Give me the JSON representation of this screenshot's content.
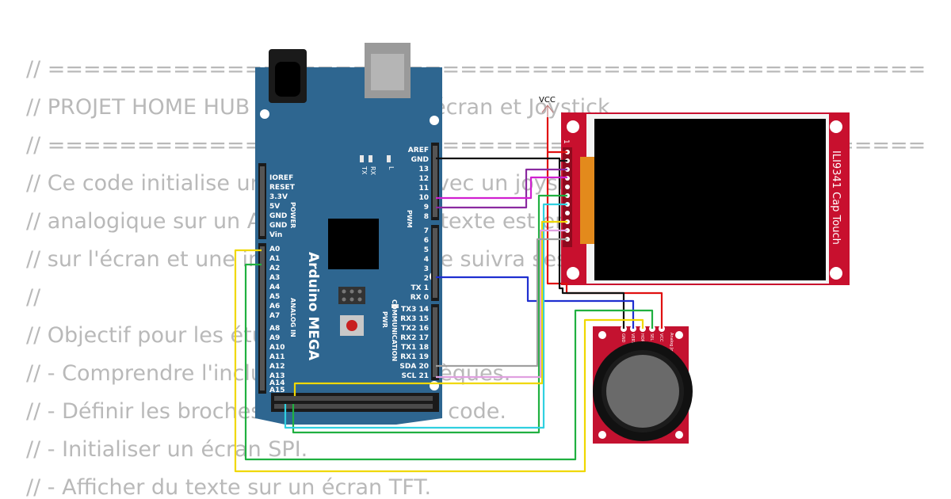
{
  "code_lines": [
    "// ==================================================================================",
    "// PROJET HOME HUB - Arduino Mega, écran et Joystick",
    "// ==================================================================================",
    "// Ce code initialise un écran ILI9341 avec un joystick",
    "// analogique sur un Arduino Mega. Le texte est envenimé",
    "// sur l'écran et une interface graphique suivra ses mouvements",
    "//",
    "// Objectif pour les étudiants :",
    "// - Comprendre l'inclusion des bibliothèques.",
    "// - Définir les broches utilisées dans le code.",
    "// - Initialiser un écran SPI.",
    "// - Afficher du texte sur un écran TFT."
  ],
  "board": {
    "name": "Arduino MEGA",
    "power_header": [
      "IOREF",
      "RESET",
      "3.3V",
      "5V",
      "GND",
      "GND",
      "Vin"
    ],
    "power_label": "POWER",
    "analog_pins": [
      "A0",
      "A1",
      "A2",
      "A3",
      "A4",
      "A5",
      "A6",
      "A7",
      "A8",
      "A9",
      "A10",
      "A11",
      "A12",
      "A13",
      "A14",
      "A15"
    ],
    "analog_label": "ANALOG IN",
    "pwm_top": [
      "AREF",
      "GND",
      "13",
      "12",
      "11",
      "10",
      "9",
      "8"
    ],
    "pwm_bottom": [
      "7",
      "6",
      "5",
      "4",
      "3",
      "2",
      "TX 1",
      "RX 0"
    ],
    "pwm_label": "PWM",
    "comm_pins": [
      "TX3 14",
      "RX3 15",
      "TX2 16",
      "RX2 17",
      "TX1 18",
      "RX1 19",
      "SDA 20",
      "SCL 21"
    ],
    "comm_label": "COMMUNICATION",
    "led_labels": [
      "TX",
      "RX",
      "L"
    ],
    "pwr_led": "PWR"
  },
  "display": {
    "name": "ILI9341 Cap Touch",
    "pin_one": "1"
  },
  "vcc_label": "VCC",
  "joystick": {
    "title": "Analog Joystick",
    "pins": [
      "GND",
      "VERT",
      "HORZ",
      "SEL",
      "VCC"
    ]
  },
  "colors": {
    "board": "#2e6690",
    "display_pcb": "#c8102e",
    "joystick_pcb": "#c41230",
    "wire_black": "#111111",
    "wire_red": "#e01010",
    "wire_yellow": "#f0d800",
    "wire_green": "#20b040",
    "wire_cyan": "#30d0e0",
    "wire_blue": "#1f2fd0",
    "wire_magenta": "#d020d0",
    "wire_pink": "#e0a0e0",
    "wire_gray": "#a0a0a0",
    "wire_purple": "#8a2aa0"
  }
}
